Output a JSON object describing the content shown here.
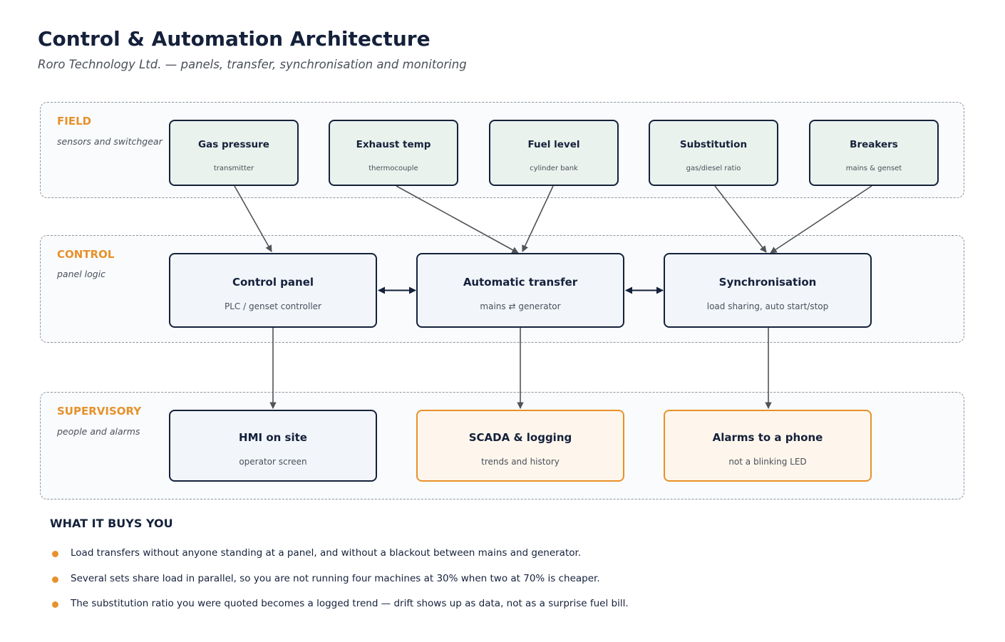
{
  "header": {
    "title": "Control & Automation Architecture",
    "subtitle": "Roro Technology Ltd. — panels, transfer, synchronisation and monitoring"
  },
  "layers": {
    "field": {
      "name": "FIELD",
      "desc": "sensors and switchgear"
    },
    "control": {
      "name": "CONTROL",
      "desc": "panel logic"
    },
    "supervisory": {
      "name": "SUPERVISORY",
      "desc": "people and alarms"
    }
  },
  "nodes": {
    "gas_pressure": {
      "title": "Gas pressure",
      "sub": "transmitter"
    },
    "exhaust_temp": {
      "title": "Exhaust temp",
      "sub": "thermocouple"
    },
    "fuel_level": {
      "title": "Fuel level",
      "sub": "cylinder bank"
    },
    "substitution": {
      "title": "Substitution",
      "sub": "gas/diesel ratio"
    },
    "breakers": {
      "title": "Breakers",
      "sub": "mains & genset"
    },
    "control_panel": {
      "title": "Control panel",
      "sub": "PLC / genset controller"
    },
    "automatic_transfer": {
      "title": "Automatic transfer",
      "sub": "mains ⇄ generator"
    },
    "synchronisation": {
      "title": "Synchronisation",
      "sub": "load sharing, auto start/stop"
    },
    "hmi": {
      "title": "HMI on site",
      "sub": "operator screen"
    },
    "scada": {
      "title": "SCADA & logging",
      "sub": "trends and history"
    },
    "alarms": {
      "title": "Alarms to a phone",
      "sub": "not a blinking LED"
    }
  },
  "benefits": {
    "heading": "WHAT IT BUYS YOU",
    "items": [
      "Load transfers without anyone standing at a panel, and without a blackout between mains and generator.",
      "Several sets share load in parallel, so you are not running four machines at 30% when two at 70% is cheaper.",
      "The substitution ratio you were quoted becomes a logged trend — drift shows up as data, not as a surprise fuel bill."
    ]
  },
  "colors": {
    "navy": "#15213b",
    "accent_orange": "#e8912a",
    "field_fill": "#e9f2ec",
    "control_fill": "#f2f5fa",
    "highlight_fill": "#fef6ec",
    "arrow_gray": "#505358"
  }
}
